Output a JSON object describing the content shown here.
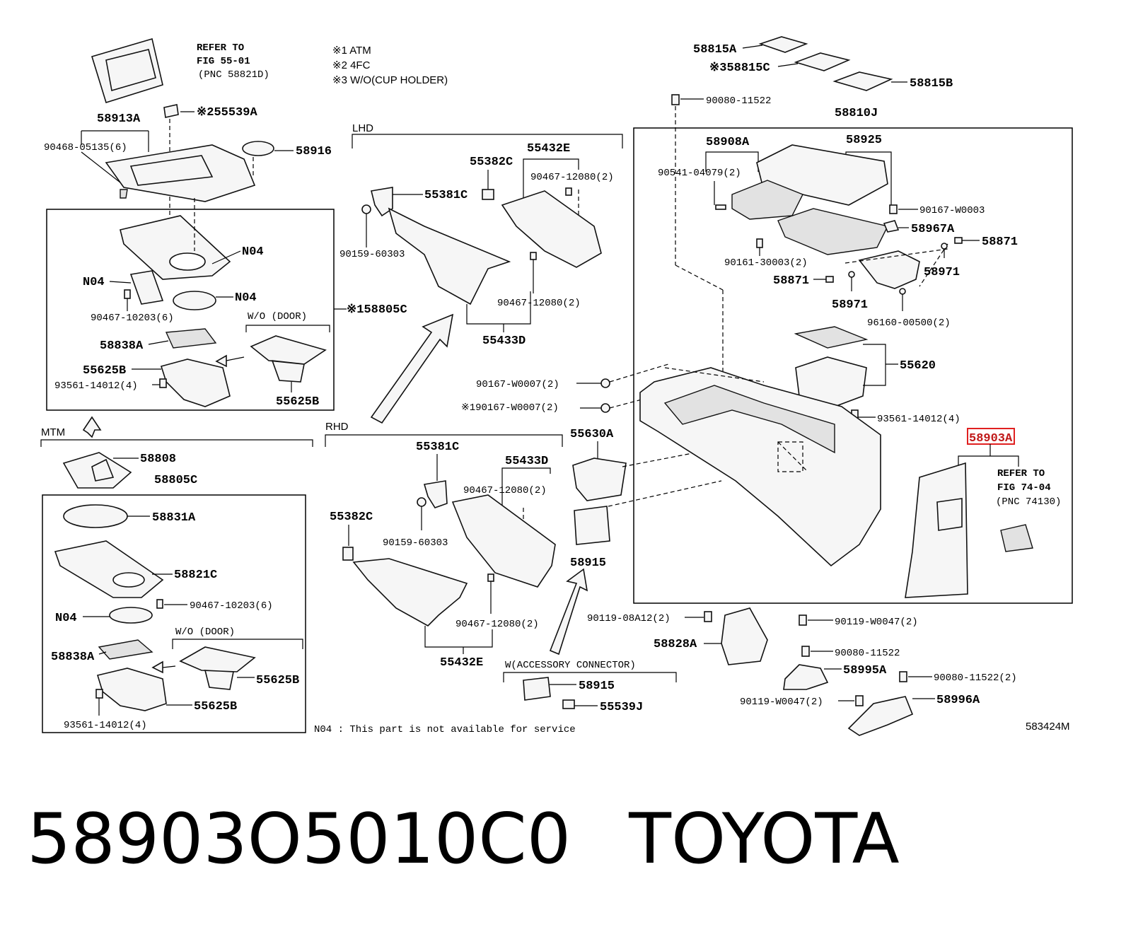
{
  "notes": {
    "n1": "※1  ATM",
    "n2": "※2  4FC",
    "n3": "※3  W/O(CUP HOLDER)"
  },
  "refs": {
    "top_left": [
      "REFER TO",
      "FIG 55-01",
      "(PNC 58821D)"
    ],
    "right": [
      "REFER TO",
      "FIG 74-04",
      "(PNC 74130)"
    ]
  },
  "groups": {
    "lhd": "LHD",
    "rhd": "RHD",
    "mtm": "MTM",
    "wo_door_1": "W/O (DOOR)",
    "wo_door_2": "W/O (DOOR)",
    "accessory": "W(ACCESSORY CONNECTOR)"
  },
  "labels": {
    "p58913A": "58913A",
    "p55539A": "※255539A",
    "p90468": "90468-05135(6)",
    "p58916": "58916",
    "p_n04_a": "N04",
    "p_n04_b": "N04",
    "p_n04_c": "N04",
    "p90467_10203_a": "90467-10203(6)",
    "p58805C_a": "※158805C",
    "p58838A_a": "58838A",
    "p55625B_a": "55625B",
    "p55625B_b": "55625B",
    "p93561_a": "93561-14012(4)",
    "p58808": "58808",
    "p58805C_b": "58805C",
    "p58831A": "58831A",
    "p58821C": "58821C",
    "p_n04_d": "N04",
    "p90467_10203_b": "90467-10203(6)",
    "p58838A_b": "58838A",
    "p55625B_c": "55625B",
    "p55625B_d": "55625B",
    "p93561_b": "93561-14012(4)",
    "p55432E_a": "55432E",
    "p55382C_a": "55382C",
    "p90467_12080_a": "90467-12080(2)",
    "p55381C_a": "55381C",
    "p90159_a": "90159-60303",
    "p90467_12080_b": "90467-12080(2)",
    "p55433D_a": "55433D",
    "p55381C_b": "55381C",
    "p55433D_b": "55433D",
    "p90467_12080_c": "90467-12080(2)",
    "p55382C_b": "55382C",
    "p90159_b": "90159-60303",
    "p90467_12080_d": "90467-12080(2)",
    "p55432E_b": "55432E",
    "p58915_a": "58915",
    "p55539J": "55539J",
    "p90167_w0007_a": "90167-W0007(2)",
    "p90167_w0007_b": "※190167-W0007(2)",
    "p55630A": "55630A",
    "p58915_b": "58915",
    "p58815A": "58815A",
    "p58815C": "※358815C",
    "p58815B": "58815B",
    "p90080_a": "90080-11522",
    "p58810J": "58810J",
    "p58908A": "58908A",
    "p58925": "58925",
    "p90541": "90541-04079(2)",
    "p90167_w0003": "90167-W0003",
    "p58967A": "58967A",
    "p58871_a": "58871",
    "p90161": "90161-30003(2)",
    "p58871_b": "58871",
    "p58971_a": "58971",
    "p58971_b": "58971",
    "p96160": "96160-00500(2)",
    "p55620": "55620",
    "p93561_c": "93561-14012(4)",
    "p58903A": "58903A",
    "p90119_08a12": "90119-08A12(2)",
    "p58828A": "58828A",
    "p90119_w0047_a": "90119-W0047(2)",
    "p90080_b": "90080-11522",
    "p58995A": "58995A",
    "p90080_c": "90080-11522(2)",
    "p90119_w0047_b": "90119-W0047(2)",
    "p58996A": "58996A"
  },
  "footnote": "N04 : This part is not available for service",
  "diagram_id": "583424M",
  "highlight_color": "#e02020",
  "footer": {
    "part_number": "58903O5010C0",
    "brand": "TOYOTA"
  }
}
